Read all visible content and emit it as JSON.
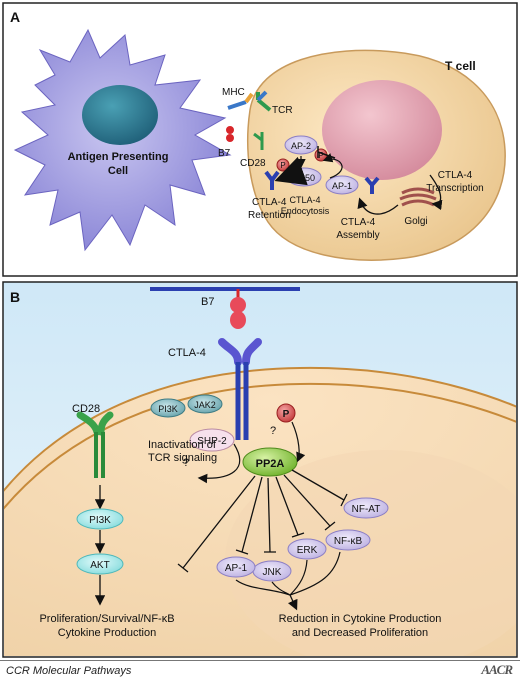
{
  "panel_a": {
    "label": "A",
    "apc_label_1": "Antigen Presenting",
    "apc_label_2": "Cell",
    "tcell_label": "T cell",
    "mhc": "MHC",
    "tcr": "TCR",
    "b7": "B7",
    "cd28": "CD28",
    "ap2": "AP-2",
    "p": "P",
    "ap1": "AP-1",
    "ap50": "AP50",
    "retention_1": "CTLA-4",
    "retention_2": "Retention",
    "endocytosis_1": "CTLA-4",
    "endocytosis_2": "Endocytosis",
    "assembly_1": "CTLA-4",
    "assembly_2": "Assembly",
    "golgi": "Golgi",
    "transcription_1": "CTLA-4",
    "transcription_2": "Transcription"
  },
  "panel_b": {
    "label": "B",
    "b7": "B7",
    "ctla4": "CTLA-4",
    "cd28": "CD28",
    "pi3k_top": "PI3K",
    "jak2": "JAK2",
    "shp2": "SHP-2",
    "pp2a": "PP2A",
    "p": "P",
    "question_1": "?",
    "question_2": "?",
    "inactivation_1": "Inactivation of",
    "inactivation_2": "TCR signaling",
    "pi3k": "PI3K",
    "akt": "AKT",
    "nfat": "NF-AT",
    "nfkb": "NF-κB",
    "erk": "ERK",
    "jnk": "JNK",
    "ap1": "AP-1",
    "outcome_left_1": "Proliferation/Survival/NF-κB",
    "outcome_left_2": "Cytokine Production",
    "outcome_right_1": "Reduction in Cytokine Production",
    "outcome_right_2": "and  Decreased Proliferation"
  },
  "footer": {
    "text": "CCR Molecular Pathways",
    "logo": "AACR"
  }
}
